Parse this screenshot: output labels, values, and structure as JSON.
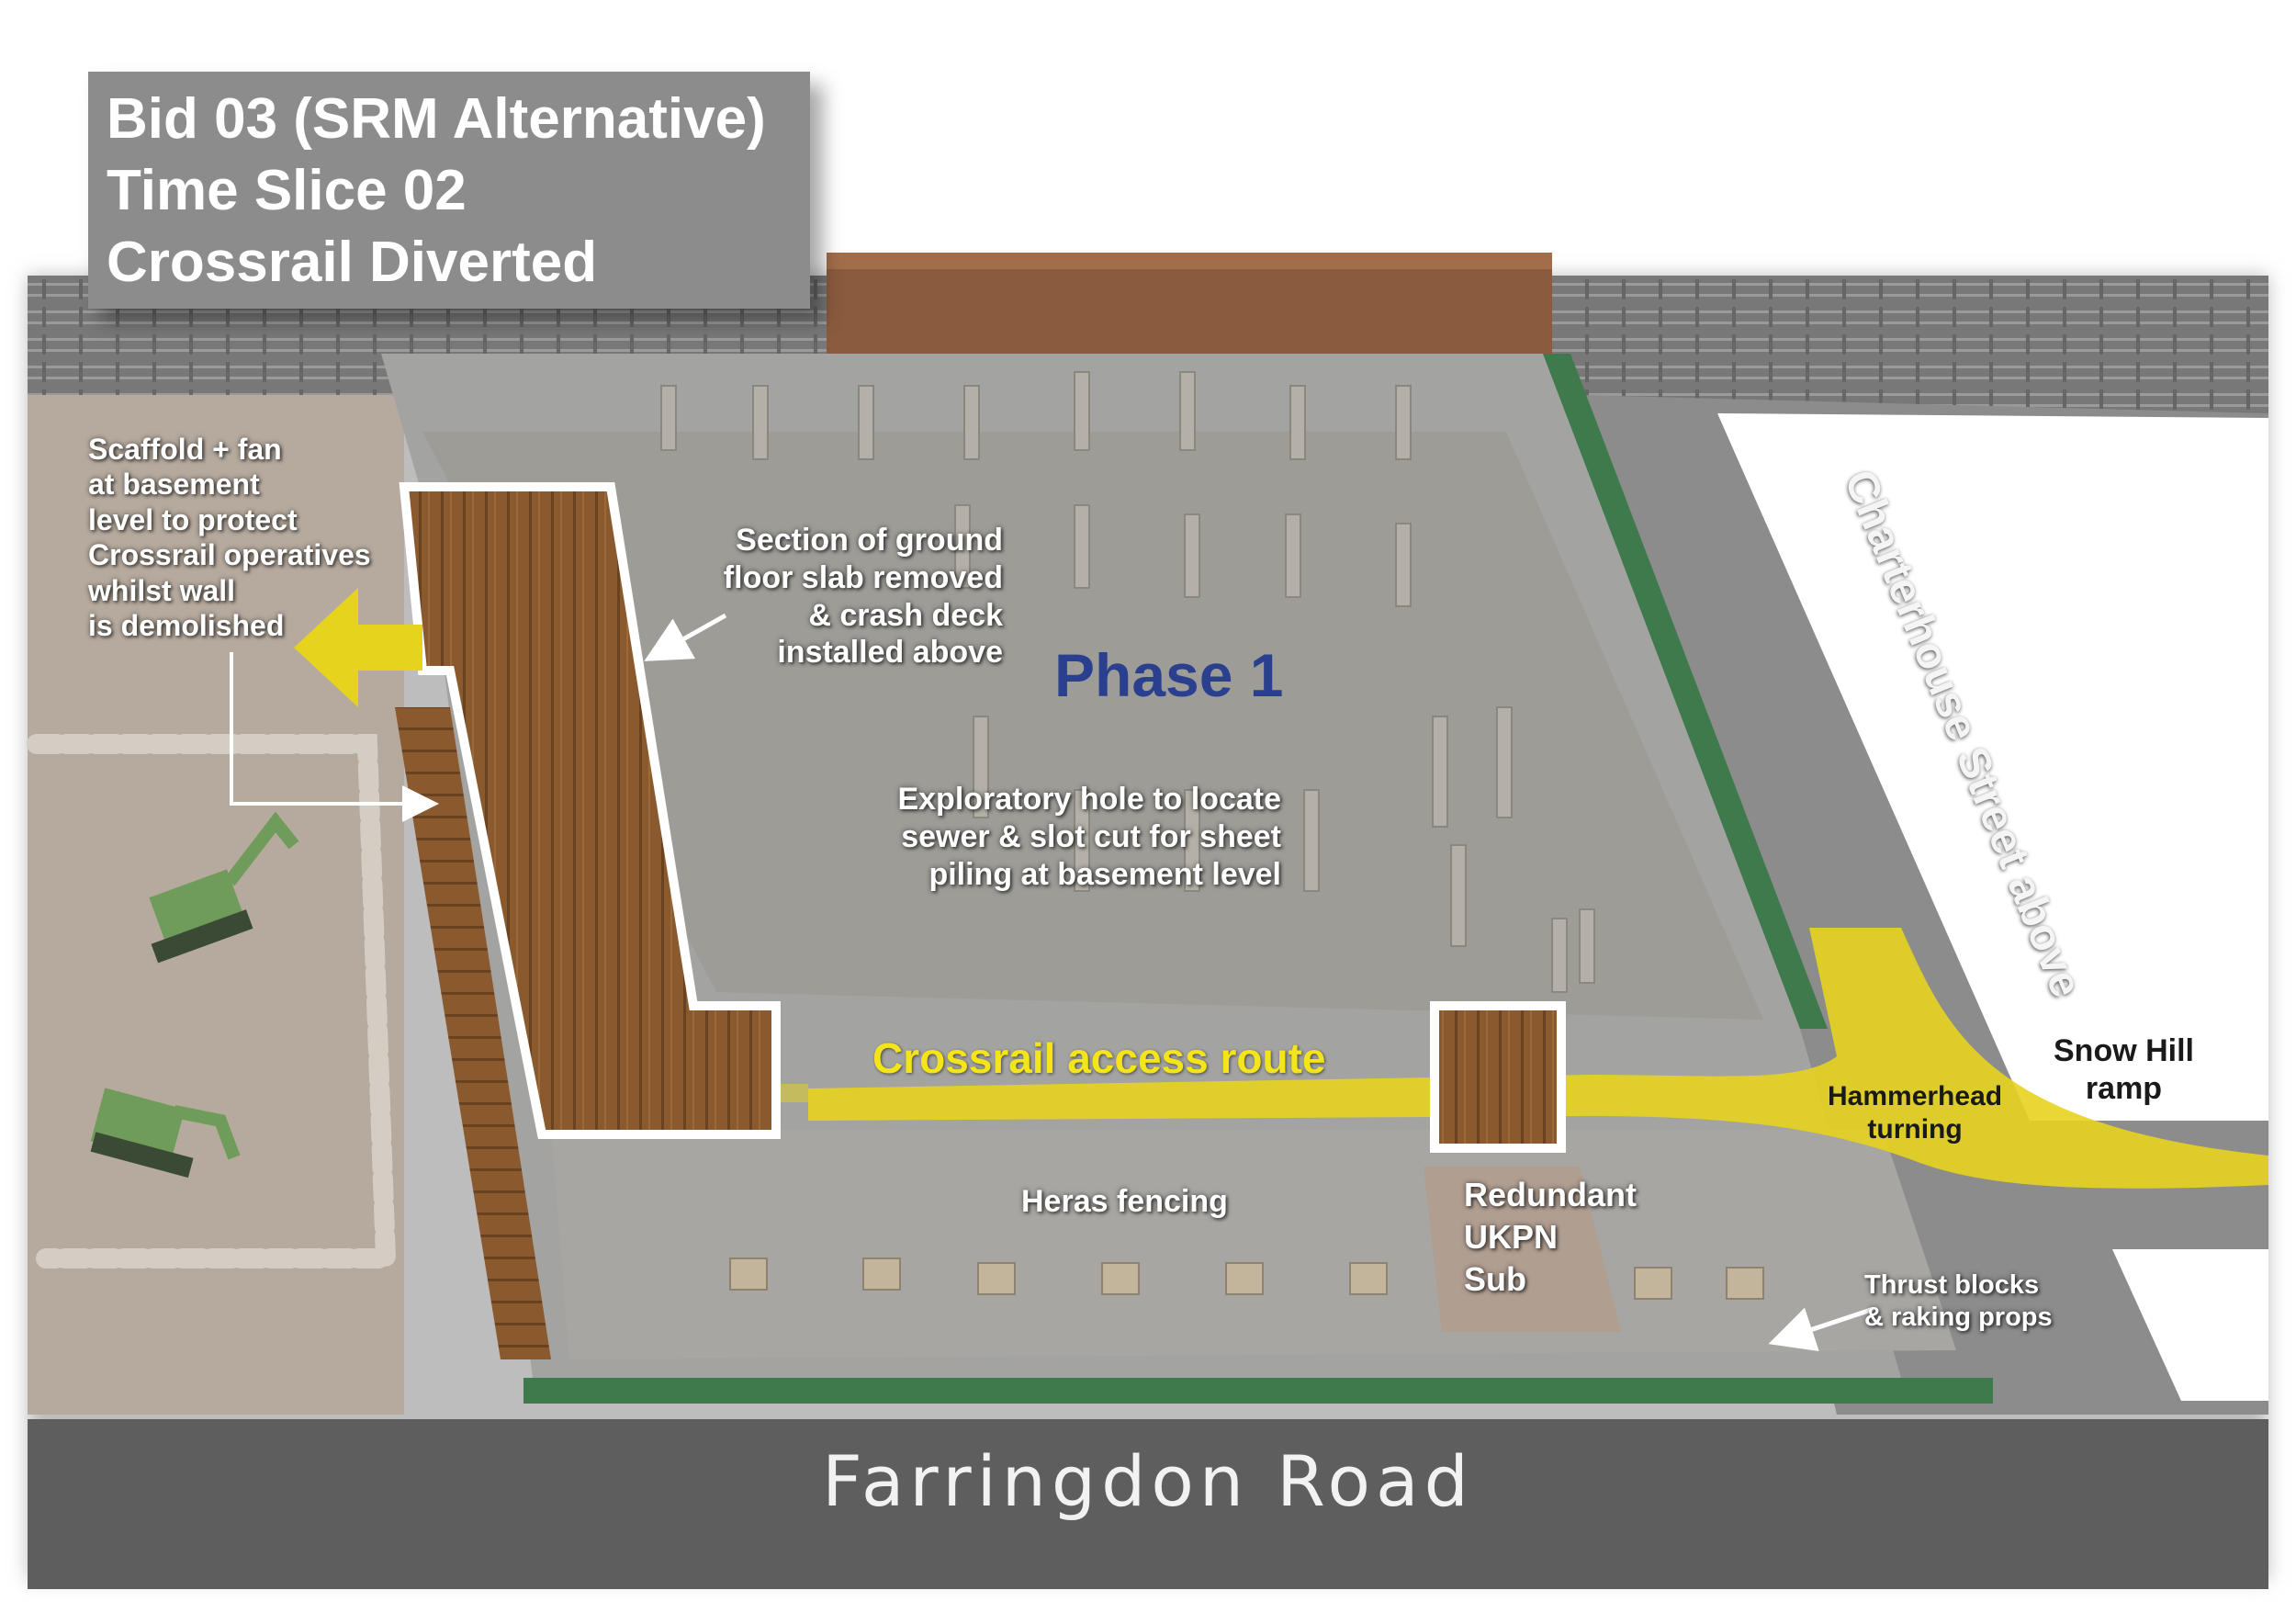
{
  "title": {
    "line1": "Bid 03 (SRM Alternative)",
    "line2": "Time Slice 02",
    "line3": "Crossrail Diverted"
  },
  "labels": {
    "phase": "Phase 1",
    "access_route": "Crossrail access route",
    "scaffold": [
      "Scaffold + fan",
      "at basement",
      "level to protect",
      "Crossrail operatives",
      "whilst wall",
      "is demolished"
    ],
    "slab_section": [
      "Section of ground",
      "floor slab removed",
      "& crash deck",
      "installed above"
    ],
    "exploratory": [
      "Exploratory hole to locate",
      "sewer & slot cut for sheet",
      "piling at basement level"
    ],
    "heras": "Heras fencing",
    "ukpn": [
      "Redundant",
      "UKPN",
      "Sub"
    ],
    "thrust": [
      "Thrust blocks",
      "& raking props"
    ],
    "hammerhead": [
      "Hammerhead",
      "turning"
    ],
    "snow_hill": [
      "Snow Hill",
      "ramp"
    ],
    "charterhouse": "Charterhouse Street above",
    "farringdon": "Farringdon Road"
  },
  "colors": {
    "title_box": "#8c8c8c",
    "phase_text": "#2b3f8f",
    "route_yellow": "#e6d31e",
    "route_text": "#f4e51a",
    "deck_wood": "#8a5a2e",
    "hoarding_green": "#3f7a4c",
    "road_grey": "#5e5e5e",
    "slab_grey": "#a3a3a1"
  }
}
